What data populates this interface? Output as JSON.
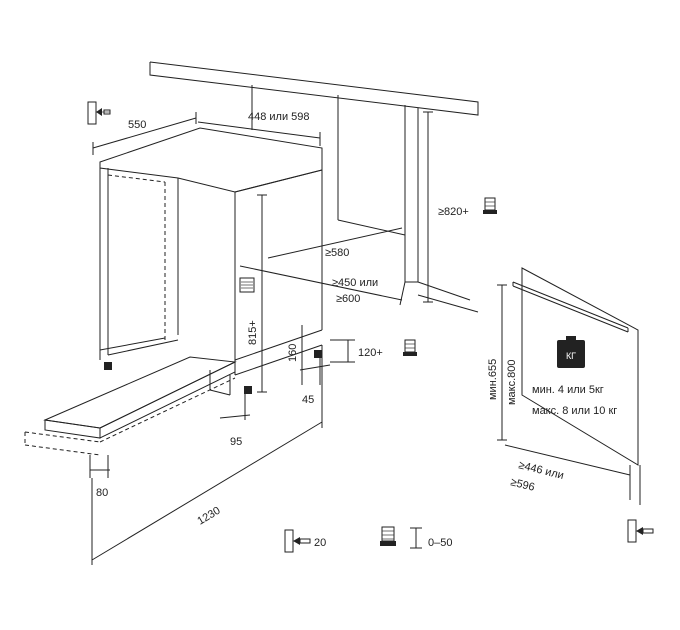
{
  "labels": {
    "depth_550": "550",
    "width_448_598": "448 или 598",
    "height_820": "≥820+",
    "depth_580": "≥580",
    "width_450_600_a": "≥450 или",
    "width_450_600_b": "≥600",
    "height_815": "815+",
    "height_160": "160",
    "height_120": "120+",
    "dim_45": "45",
    "dim_95": "95",
    "dim_80": "80",
    "dim_1230": "1230",
    "door_height_a": "мин.655",
    "door_height_b": "макс.800",
    "weight_icon": "КГ",
    "weight_a": "мин. 4 или 5кг",
    "weight_b": "макс. 8 или 10 кг",
    "door_width_a": "≥446 или",
    "door_width_b": "≥596",
    "gap_20": "20",
    "foot_range": "0–50"
  },
  "colors": {
    "line": "#222222",
    "door_fill": "#ffffff",
    "weight_icon_bg": "#222222",
    "weight_icon_text": "#ffffff"
  },
  "icons": [
    "hinge-bracket-icon",
    "arrow-left-icon",
    "adjustable-foot-icon",
    "weight-kg-icon"
  ]
}
